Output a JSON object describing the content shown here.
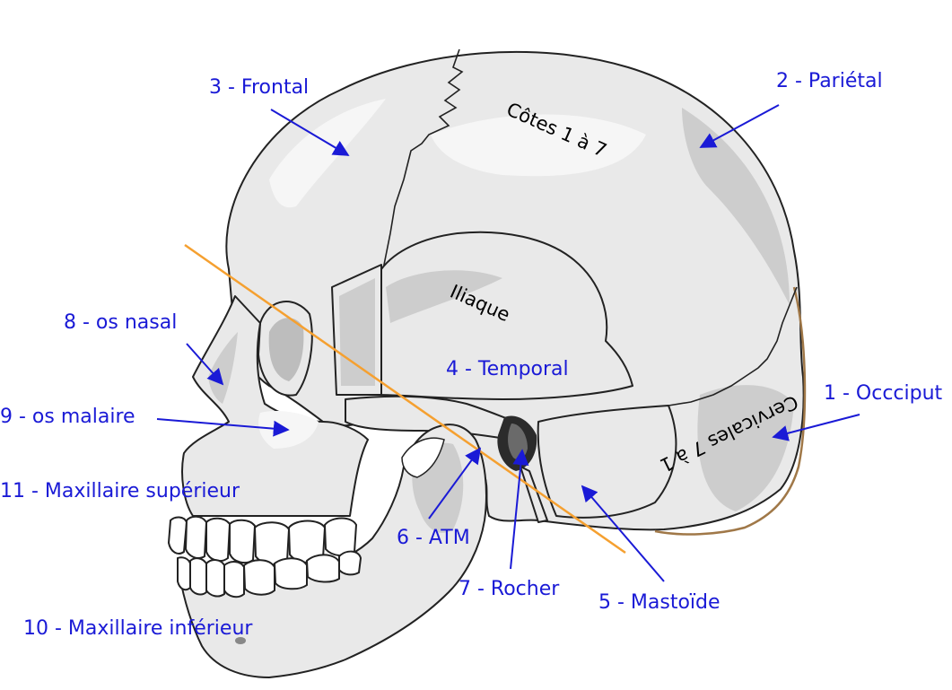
{
  "labels": {
    "occiput": "1 - Occciput",
    "parietal": "2 - Pariétal",
    "frontal": "3 - Frontal",
    "temporal": "4 - Temporal",
    "mastoide": "5 - Mastoïde",
    "atm": "6 - ATM",
    "rocher": "7 - Rocher",
    "nasal": "8 - os nasal",
    "malaire": "9 - os malaire",
    "maxillaire_inf": "10 - Maxillaire inférieur",
    "maxillaire_sup": "11 - Maxillaire supérieur"
  },
  "annotations": {
    "cotes": "Côtes 1 à 7",
    "iliaque": "Iliaque",
    "cervicales": "Cervicales 7 à 1"
  },
  "colors": {
    "label": "#1a1ad6",
    "axis_line": "#f5a030",
    "bone": "#e9e9e9",
    "outline": "#222222"
  }
}
